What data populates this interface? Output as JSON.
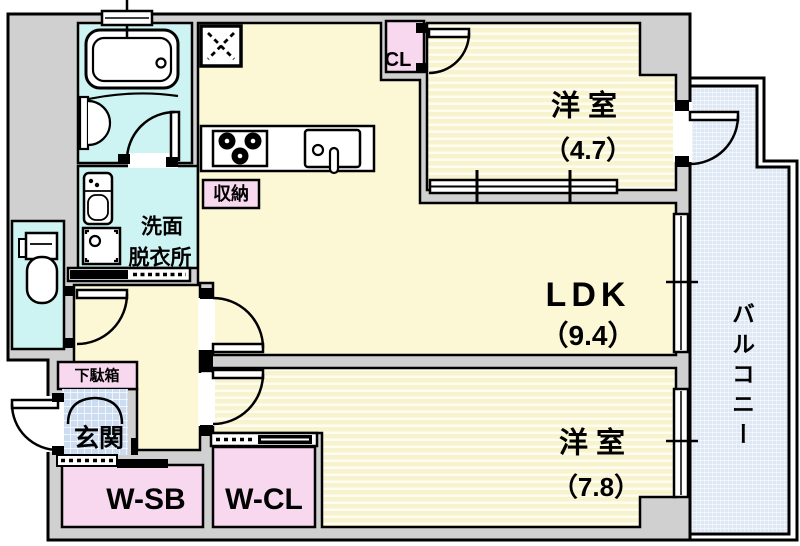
{
  "plan_type": "apartment-floor-plan",
  "rooms": {
    "ldk": {
      "label": "LDK",
      "size": "（9.4）"
    },
    "bedroom_top": {
      "label": "洋室",
      "size": "（4.7）"
    },
    "bedroom_bottom": {
      "label": "洋室",
      "size": "（7.8）"
    },
    "washroom": {
      "label_line1": "洗面",
      "label_line2": "脱衣所"
    },
    "entrance": {
      "label": "玄関"
    },
    "shoe_cabinet": {
      "label": "下駄箱"
    },
    "storage": {
      "label": "収納"
    },
    "closet": {
      "label": "CL"
    },
    "walk_in_shoe_box": {
      "label": "W-SB"
    },
    "walk_in_closet": {
      "label": "W-CL"
    },
    "balcony": {
      "label": "バルコニー"
    }
  },
  "icons": {
    "bathtub": "bathtub-icon",
    "stove": "gas-stove-icon",
    "sink": "kitchen-sink-icon",
    "vent": "vent-fan-icon",
    "washing_machine": "washing-machine-icon",
    "toilet": "toilet-icon",
    "vanity": "vanity-basin-icon"
  },
  "colors": {
    "wall_gray": "#d0d0d0",
    "room_yellow": "#fcf8d6",
    "stripe_yellow": "#f8f3cf",
    "room_cyan": "#cdf4f3",
    "room_pink": "#f8d8ef",
    "tile_blue": "#ccdcf1",
    "balcony_blue": "#dde8f4",
    "line_black": "#000000"
  }
}
